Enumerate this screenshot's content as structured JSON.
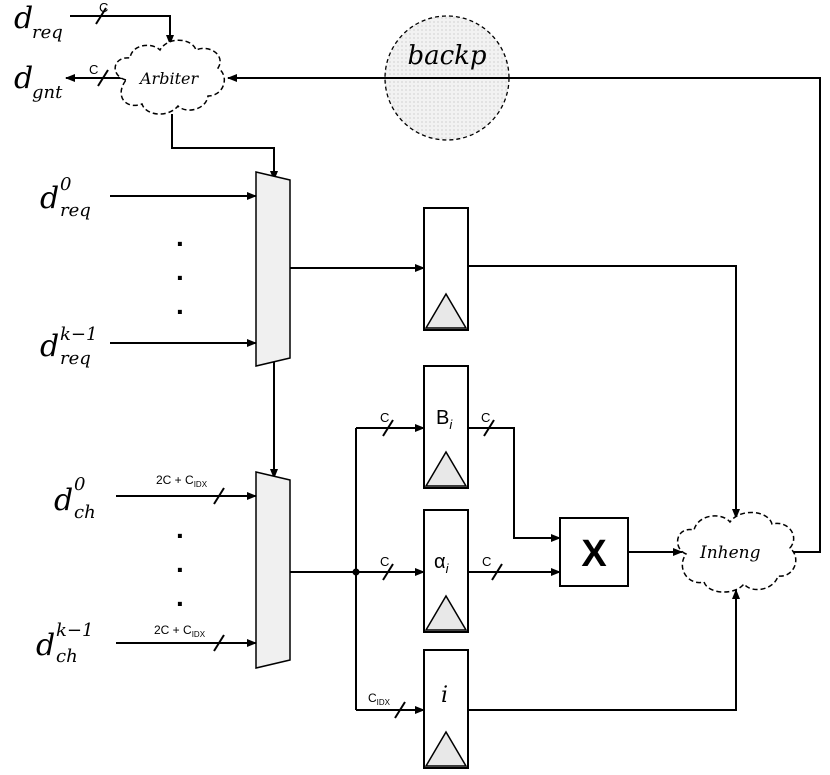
{
  "top": {
    "d_req": {
      "base": "d",
      "sub": "req"
    },
    "d_gnt": {
      "base": "d",
      "sub": "gnt"
    },
    "c_label_req": "C",
    "c_label_gnt": "C",
    "arbiter": "Arbiter",
    "backp": "backp"
  },
  "inputs": {
    "req0": {
      "base": "d",
      "sub": "req",
      "sup": "0"
    },
    "reqk": {
      "base": "d",
      "sub": "req",
      "sup": "k−1"
    },
    "ch0": {
      "base": "d",
      "sub": "ch",
      "sup": "0"
    },
    "chk": {
      "base": "d",
      "sub": "ch",
      "sup": "k−1"
    },
    "ch_width_main": "2C + C",
    "ch_width_sub": "IDX",
    "dots": "."
  },
  "registers": {
    "b_base": "B",
    "b_sub": "i",
    "alpha_base": "α",
    "alpha_sub": "i",
    "i_label": "i",
    "c_label": "C",
    "cidx_main": "C",
    "cidx_sub": "IDX"
  },
  "multiplier": "X",
  "inheng": "Inheng",
  "colors": {
    "line": "#000000",
    "fill_light": "#e8e8e8",
    "backp_fill": "#f0f0f0"
  }
}
